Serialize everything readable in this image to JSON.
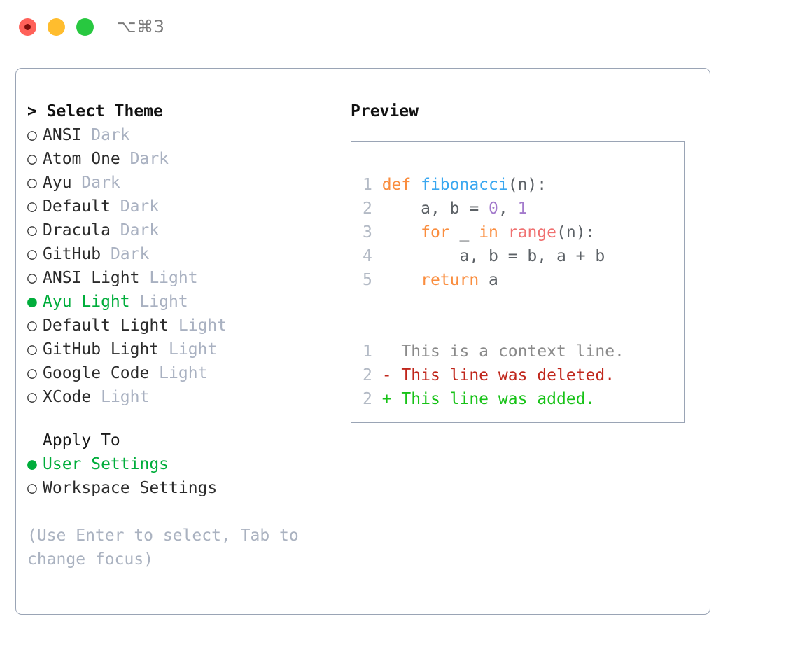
{
  "window": {
    "title": "⌥⌘3",
    "traffic_lights": [
      "close-red",
      "minimize-yellow",
      "maximize-green"
    ]
  },
  "theme_picker": {
    "heading": "> Select Theme",
    "bullet_unselected": "○",
    "bullet_selected": "●",
    "items": [
      {
        "name": "ANSI",
        "tag": "Dark",
        "selected": false
      },
      {
        "name": "Atom One",
        "tag": "Dark",
        "selected": false
      },
      {
        "name": "Ayu",
        "tag": "Dark",
        "selected": false
      },
      {
        "name": "Default",
        "tag": "Dark",
        "selected": false
      },
      {
        "name": "Dracula",
        "tag": "Dark",
        "selected": false
      },
      {
        "name": "GitHub",
        "tag": "Dark",
        "selected": false
      },
      {
        "name": "ANSI Light",
        "tag": "Light",
        "selected": false
      },
      {
        "name": "Ayu Light",
        "tag": "Light",
        "selected": true
      },
      {
        "name": "Default Light",
        "tag": "Light",
        "selected": false
      },
      {
        "name": "GitHub Light",
        "tag": "Light",
        "selected": false
      },
      {
        "name": "Google Code",
        "tag": "Light",
        "selected": false
      },
      {
        "name": "XCode",
        "tag": "Light",
        "selected": false
      }
    ]
  },
  "apply_to": {
    "heading": "Apply To",
    "items": [
      {
        "name": "User Settings",
        "selected": true
      },
      {
        "name": "Workspace Settings",
        "selected": false
      }
    ]
  },
  "hint": "(Use Enter to select, Tab to change focus)",
  "preview": {
    "title": "Preview",
    "code": [
      {
        "lineno": "1",
        "tokens": [
          {
            "t": "def ",
            "c": "k-def"
          },
          {
            "t": "fibonacci",
            "c": "k-fn"
          },
          {
            "t": "(n):",
            "c": "k-plain"
          }
        ]
      },
      {
        "lineno": "2",
        "tokens": [
          {
            "t": "    a, b = ",
            "c": "k-plain"
          },
          {
            "t": "0",
            "c": "k-num"
          },
          {
            "t": ", ",
            "c": "k-plain"
          },
          {
            "t": "1",
            "c": "k-num"
          }
        ]
      },
      {
        "lineno": "3",
        "tokens": [
          {
            "t": "    ",
            "c": "k-plain"
          },
          {
            "t": "for",
            "c": "k-def"
          },
          {
            "t": " _ ",
            "c": "k-plain"
          },
          {
            "t": "in",
            "c": "k-def"
          },
          {
            "t": " ",
            "c": "k-plain"
          },
          {
            "t": "range",
            "c": "k-call"
          },
          {
            "t": "(n):",
            "c": "k-plain"
          }
        ]
      },
      {
        "lineno": "4",
        "tokens": [
          {
            "t": "        a, b = b, a + b",
            "c": "k-plain"
          }
        ]
      },
      {
        "lineno": "5",
        "tokens": [
          {
            "t": "    ",
            "c": "k-plain"
          },
          {
            "t": "return",
            "c": "k-def"
          },
          {
            "t": " a",
            "c": "k-plain"
          }
        ]
      }
    ],
    "diff": [
      {
        "lineno": "1",
        "marker": " ",
        "text": " This is a context line.",
        "kind": "d-ctx"
      },
      {
        "lineno": "2",
        "marker": "-",
        "text": " This line was deleted.",
        "kind": "d-del"
      },
      {
        "lineno": "2",
        "marker": "+",
        "text": " This line was added.",
        "kind": "d-add"
      }
    ]
  },
  "colors": {
    "accent_green": "#00ad3b",
    "border": "#9aa4b5",
    "muted": "#a9b1c1",
    "keyword": "#fa8d3e",
    "function": "#39a7f0",
    "number": "#a37acc",
    "builtin": "#f07171",
    "diff_add": "#17c217",
    "diff_del": "#c0271c"
  }
}
